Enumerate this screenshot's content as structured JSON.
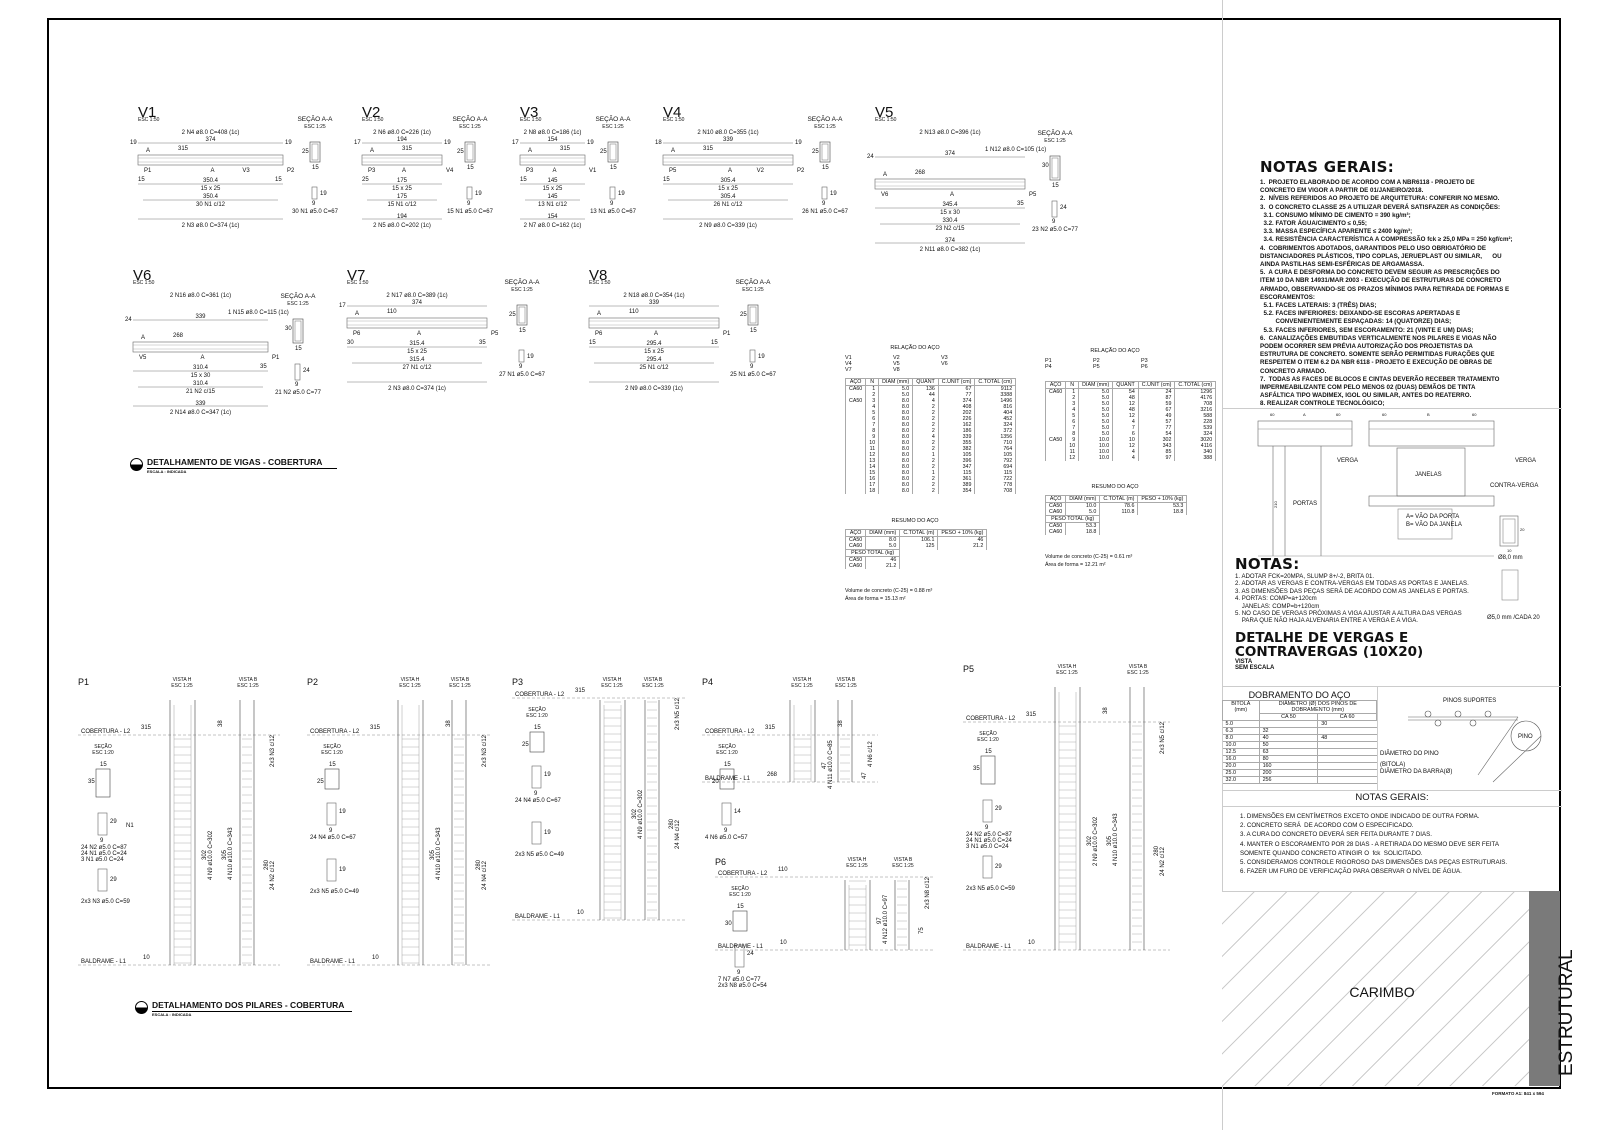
{
  "beams_section_title": "DETALHAMENTO DE VIGAS - COBERTURA",
  "beams_section_scale": "ESCALA : INDICADA",
  "pillars_section_title": "DETALHAMENTO DOS PILARES - COBERTURA",
  "pillars_section_scale": "ESCALA : INDICADA",
  "beams": [
    {
      "name": "V1",
      "esc": "ESC 1:50",
      "top_bar": "2 N4 ø8.0 C=408 (1c)",
      "top_len": "374",
      "left": "19",
      "right": "19",
      "anc": "315",
      "sup_l": "P1",
      "cut": "A",
      "mid": "V3",
      "sup_r": "P2",
      "end_l": "15",
      "end_r": "15",
      "span": "350.4",
      "dims": "15 x 25",
      "span2": "350.4",
      "stirrups": "30 N1 c/12",
      "bot_len": "",
      "bot_bar": "2 N3 ø8.0 C=374 (1c)",
      "sec_title": "SEÇÃO A-A",
      "sec_esc": "ESC 1:25",
      "sec_h": "25",
      "sec_w": "15",
      "st_h": "19",
      "st_w": "9",
      "st_label": "30 N1 ø5.0 C=67",
      "extra": ""
    },
    {
      "name": "V2",
      "esc": "ESC 1:50",
      "top_bar": "2 N6 ø8.0 C=226 (1c)",
      "top_len": "194",
      "left": "17",
      "right": "19",
      "anc": "315",
      "sup_l": "P3",
      "cut": "A",
      "mid": "",
      "sup_r": "V4",
      "end_l": "25",
      "end_r": "",
      "span": "175",
      "dims": "15 x 25",
      "span2": "175",
      "stirrups": "15 N1 c/12",
      "bot_len": "194",
      "bot_bar": "2 N5 ø8.0 C=202 (1c)",
      "sec_title": "SEÇÃO A-A",
      "sec_esc": "ESC 1:25",
      "sec_h": "25",
      "sec_w": "15",
      "st_h": "19",
      "st_w": "9",
      "st_label": "15 N1 ø5.0 C=67",
      "extra": ""
    },
    {
      "name": "V3",
      "esc": "ESC 1:50",
      "top_bar": "2 N8 ø8.0 C=186 (1c)",
      "top_len": "154",
      "left": "17",
      "right": "19",
      "anc": "315",
      "sup_l": "P3",
      "cut": "A",
      "mid": "",
      "sup_r": "V1",
      "end_l": "15",
      "end_r": "",
      "span": "145",
      "dims": "15 x 25",
      "span2": "145",
      "stirrups": "13 N1 c/12",
      "bot_len": "154",
      "bot_bar": "2 N7 ø8.0 C=162 (1c)",
      "sec_title": "SEÇÃO A-A",
      "sec_esc": "ESC 1:25",
      "sec_h": "25",
      "sec_w": "15",
      "st_h": "19",
      "st_w": "9",
      "st_label": "13 N1 ø5.0 C=67",
      "extra": ""
    },
    {
      "name": "V4",
      "esc": "ESC 1:50",
      "top_bar": "2 N10 ø8.0 C=355 (1c)",
      "top_len": "339",
      "left": "18",
      "right": "19",
      "anc": "315",
      "sup_l": "P5",
      "cut": "A",
      "mid": "V2",
      "sup_r": "P2",
      "end_l": "15",
      "end_r": "",
      "span": "305.4",
      "dims": "15 x 25",
      "span2": "305.4",
      "stirrups": "26 N1 c/12",
      "bot_len": "",
      "bot_bar": "2 N9 ø8.0 C=339 (1c)",
      "sec_title": "SEÇÃO A-A",
      "sec_esc": "ESC 1:25",
      "sec_h": "25",
      "sec_w": "15",
      "st_h": "19",
      "st_w": "9",
      "st_label": "26 N1 ø5.0 C=67",
      "extra": ""
    },
    {
      "name": "V5",
      "esc": "ESC 1:50",
      "top_bar": "2 N13 ø8.0 C=396 (1c)",
      "top_len": "374",
      "left": "24",
      "right": "",
      "anc": "268",
      "sup_l": "V6",
      "cut": "A",
      "mid": "",
      "sup_r": "P5",
      "end_l": "",
      "end_r": "35",
      "span": "345.4",
      "dims": "15 x 30",
      "span2": "330.4",
      "stirrups": "23 N2 c/15",
      "bot_len": "374",
      "bot_bar": "2 N11 ø8.0 C=382 (1c)",
      "sec_title": "SEÇÃO A-A",
      "sec_esc": "ESC 1:25",
      "sec_h": "30",
      "sec_w": "15",
      "st_h": "24",
      "st_w": "9",
      "st_label": "23 N2 ø5.0 C=77",
      "extra": "1 N12 ø8.0 C=105 (1c)"
    },
    {
      "name": "V6",
      "esc": "ESC 1:50",
      "top_bar": "2 N16 ø8.0 C=361 (1c)",
      "top_len": "339",
      "left": "24",
      "right": "",
      "anc": "268",
      "sup_l": "V5",
      "cut": "A",
      "mid": "",
      "sup_r": "P1",
      "end_l": "",
      "end_r": "35",
      "span": "310.4",
      "dims": "15 x 30",
      "span2": "310.4",
      "stirrups": "21 N2 c/15",
      "bot_len": "339",
      "bot_bar": "2 N14 ø8.0 C=347 (1c)",
      "sec_title": "SEÇÃO A-A",
      "sec_esc": "ESC 1:25",
      "sec_h": "30",
      "sec_w": "15",
      "st_h": "24",
      "st_w": "9",
      "st_label": "21 N2 ø5.0 C=77",
      "extra": "1 N15 ø8.0 C=115 (1c)"
    },
    {
      "name": "V7",
      "esc": "ESC 1:50",
      "top_bar": "2 N17 ø8.0 C=389 (1c)",
      "top_len": "374",
      "left": "17",
      "right": "",
      "anc": "110",
      "sup_l": "P6",
      "cut": "A",
      "mid": "",
      "sup_r": "P5",
      "end_l": "30",
      "end_r": "35",
      "span": "315.4",
      "dims": "15 x 25",
      "span2": "315.4",
      "stirrups": "27 N1 c/12",
      "bot_len": "",
      "bot_bar": "2 N3 ø8.0 C=374 (1c)",
      "sec_title": "SEÇÃO A-A",
      "sec_esc": "ESC 1:25",
      "sec_h": "25",
      "sec_w": "15",
      "st_h": "19",
      "st_w": "9",
      "st_label": "27 N1 ø5.0 C=67",
      "extra": ""
    },
    {
      "name": "V8",
      "esc": "ESC 1:50",
      "top_bar": "2 N18 ø8.0 C=354 (1c)",
      "top_len": "339",
      "left": "",
      "right": "",
      "anc": "110",
      "sup_l": "P6",
      "cut": "A",
      "mid": "",
      "sup_r": "P1",
      "end_l": "15",
      "end_r": "15",
      "span": "295.4",
      "dims": "15 x 25",
      "span2": "295.4",
      "stirrups": "25 N1 c/12",
      "bot_len": "",
      "bot_bar": "2 N9 ø8.0 C=339 (1c)",
      "sec_title": "SEÇÃO A-A",
      "sec_esc": "ESC 1:25",
      "sec_h": "25",
      "sec_w": "15",
      "st_h": "19",
      "st_w": "9",
      "st_label": "25 N1 ø5.0 C=67",
      "extra": ""
    }
  ],
  "pillars": [
    {
      "name": "P1",
      "vh": "VISTA H",
      "vh_esc": "ESC 1:25",
      "vb": "VISTA B",
      "vb_esc": "ESC 1:25",
      "top_level": "COBERTURA - L2",
      "bot_level": "BALDRAME - L1",
      "anc": "315",
      "sec": "SEÇÃO",
      "sec_esc": "ESC 1:20",
      "sec_w": "15",
      "sec_h": "35",
      "bars1": "4 N9 ø10.0 C=302",
      "len1": "302",
      "bars2": "4 N10 ø10.0 C=343",
      "len2": "305",
      "top_st": "2x3 N3 c/12",
      "st": "24 N2 c/12",
      "st_len": "280",
      "lap": "38",
      "st_labels": [
        "24 N2 ø5.0 C=87",
        "24 N1 ø5.0 C=24",
        "3 N1 ø5.0 C=24"
      ],
      "hook": "2x3 N3 ø5.0 C=59",
      "small": "N1",
      "dim29": "29",
      "dim9": "9",
      "bot_dim": "10"
    },
    {
      "name": "P2",
      "vh": "VISTA H",
      "vh_esc": "ESC 1:25",
      "vb": "VISTA B",
      "vb_esc": "ESC 1:25",
      "top_level": "COBERTURA - L2",
      "bot_level": "BALDRAME - L1",
      "anc": "315",
      "sec": "SEÇÃO",
      "sec_esc": "ESC 1:20",
      "sec_w": "15",
      "sec_h": "25",
      "bars1": "4 N10 ø10.0 C=343",
      "len1": "305",
      "bars2": "",
      "len2": "",
      "top_st": "2x3 N3 c/12",
      "st": "24 N4 c/12",
      "st_len": "280",
      "lap": "38",
      "st_labels": [
        "24 N4 ø5.0 C=67"
      ],
      "hook": "2x3 N5 ø5.0 C=49",
      "small": "",
      "dim29": "19",
      "dim9": "9",
      "bot_dim": "10"
    },
    {
      "name": "P3",
      "vh": "VISTA H",
      "vh_esc": "ESC 1:25",
      "vb": "VISTA B",
      "vb_esc": "ESC 1:25",
      "top_level": "COBERTURA - L2",
      "bot_level": "BALDRAME - L1",
      "anc": "315",
      "sec": "SEÇÃO",
      "sec_esc": "ESC 1:20",
      "sec_w": "15",
      "sec_h": "25",
      "bars1": "4 N9 ø10.0 C=302",
      "len1": "302",
      "bars2": "",
      "len2": "",
      "top_st": "2x3 N5 c/12",
      "st": "24 N4 c/12",
      "st_len": "280",
      "lap": "",
      "st_labels": [
        "24 N4 ø5.0 C=67"
      ],
      "hook": "2x3 N5 ø5.0 C=49",
      "small": "",
      "dim29": "19",
      "dim9": "9",
      "bot_dim": "10"
    },
    {
      "name": "P4",
      "vh": "VISTA H",
      "vh_esc": "ESC 1:25",
      "vb": "VISTA B",
      "vb_esc": "ESC 1:25",
      "top_level": "COBERTURA - L2",
      "bot_level": "BALDRAME - L1",
      "anc": "315",
      "sec": "SEÇÃO",
      "sec_esc": "ESC 1:20",
      "sec_w": "15",
      "sec_h": "20",
      "bars1": "4 N11 ø10.0 C=85",
      "len1": "47",
      "bars2": "",
      "len2": "",
      "top_st": "4 N6 c/12",
      "st": "",
      "st_len": "47",
      "lap": "38",
      "st_labels": [
        "4 N6 ø5.0 C=57"
      ],
      "hook": "",
      "small": "",
      "dim29": "14",
      "dim9": "9",
      "bot_dim": "268"
    },
    {
      "name": "P5",
      "vh": "VISTA H",
      "vh_esc": "ESC 1:25",
      "vb": "VISTA B",
      "vb_esc": "ESC 1:25",
      "top_level": "COBERTURA - L2",
      "bot_level": "BALDRAME - L1",
      "anc": "315",
      "sec": "SEÇÃO",
      "sec_esc": "ESC 1:20",
      "sec_w": "15",
      "sec_h": "35",
      "bars1": "2 N9 ø10.0 C=302",
      "len1": "302",
      "bars2": "4 N10 ø10.0 C=343",
      "len2": "305",
      "top_st": "2x3 N5 c/12",
      "st": "24 N2 c/12",
      "st_len": "280",
      "lap": "38",
      "st_labels": [
        "24 N2 ø5.0 C=87",
        "24 N1 ø5.0 C=24",
        "3 N1 ø5.0 C=24"
      ],
      "hook": "2x3 N5 ø5.0 C=59",
      "small": "",
      "dim29": "29",
      "dim9": "9",
      "bot_dim": "10"
    },
    {
      "name": "P6",
      "vh": "VISTA H",
      "vh_esc": "ESC 1:25",
      "vb": "VISTA B",
      "vb_esc": "ESC 1:25",
      "top_level": "COBERTURA - L2",
      "bot_level": "BALDRAME - L1",
      "anc": "110",
      "sec": "SEÇÃO",
      "sec_esc": "ESC 1:20",
      "sec_w": "15",
      "sec_h": "30",
      "bars1": "4 N12 ø10.0 C=97",
      "len1": "97",
      "bars2": "",
      "len2": "",
      "top_st": "2x3 N8 c/12",
      "st": "",
      "st_len": "75",
      "lap": "",
      "st_labels": [
        "7 N7 ø5.0 C=77",
        "2x3 N8 ø5.0 C=54"
      ],
      "hook": "",
      "small": "",
      "dim29": "24",
      "dim9": "9",
      "bot_dim": "10"
    }
  ],
  "steel_beams": {
    "title": "RELAÇÃO DO AÇO",
    "groups": [
      "V1",
      "V2",
      "V3",
      "V4",
      "V5",
      "V6",
      "V7",
      "V8"
    ],
    "headers": [
      "AÇO",
      "N",
      "DIAM (mm)",
      "QUANT",
      "C.UNIT (cm)",
      "C.TOTAL (cm)"
    ],
    "rows": [
      [
        "CA60",
        "1",
        "5.0",
        "136",
        "67",
        "9112"
      ],
      [
        "",
        "2",
        "5.0",
        "44",
        "77",
        "3388"
      ],
      [
        "CA50",
        "3",
        "8.0",
        "4",
        "374",
        "1496"
      ],
      [
        "",
        "4",
        "8.0",
        "2",
        "408",
        "816"
      ],
      [
        "",
        "5",
        "8.0",
        "2",
        "202",
        "404"
      ],
      [
        "",
        "6",
        "8.0",
        "2",
        "226",
        "452"
      ],
      [
        "",
        "7",
        "8.0",
        "2",
        "162",
        "324"
      ],
      [
        "",
        "8",
        "8.0",
        "2",
        "186",
        "372"
      ],
      [
        "",
        "9",
        "8.0",
        "4",
        "339",
        "1356"
      ],
      [
        "",
        "10",
        "8.0",
        "2",
        "355",
        "710"
      ],
      [
        "",
        "11",
        "8.0",
        "2",
        "382",
        "764"
      ],
      [
        "",
        "12",
        "8.0",
        "1",
        "105",
        "105"
      ],
      [
        "",
        "13",
        "8.0",
        "2",
        "396",
        "792"
      ],
      [
        "",
        "14",
        "8.0",
        "2",
        "347",
        "694"
      ],
      [
        "",
        "15",
        "8.0",
        "1",
        "115",
        "115"
      ],
      [
        "",
        "16",
        "8.0",
        "2",
        "361",
        "722"
      ],
      [
        "",
        "17",
        "8.0",
        "2",
        "389",
        "778"
      ],
      [
        "",
        "18",
        "8.0",
        "2",
        "354",
        "708"
      ]
    ],
    "summary_title": "RESUMO DO AÇO",
    "summary_headers": [
      "AÇO",
      "DIAM (mm)",
      "C.TOTAL (m)",
      "PESO + 10% (kg)"
    ],
    "summary_rows": [
      [
        "CA50",
        "8.0",
        "106.1",
        "46"
      ],
      [
        "CA60",
        "5.0",
        "125",
        "21.2"
      ]
    ],
    "total_label": "PESO TOTAL (kg)",
    "total_rows": [
      [
        "CA50",
        "46"
      ],
      [
        "CA60",
        "21.2"
      ]
    ],
    "volume": "Volume de concreto (C-25) = 0.88 m³",
    "area": "Área de forma = 15.13 m²"
  },
  "steel_pillars": {
    "title": "RELAÇÃO DO AÇO",
    "groups": [
      "P1",
      "P2",
      "P3",
      "P4",
      "P5",
      "P6"
    ],
    "headers": [
      "AÇO",
      "N",
      "DIAM (mm)",
      "QUANT",
      "C.UNIT (cm)",
      "C.TOTAL (cm)"
    ],
    "rows": [
      [
        "CA60",
        "1",
        "5.0",
        "54",
        "24",
        "1296"
      ],
      [
        "",
        "2",
        "5.0",
        "48",
        "87",
        "4176"
      ],
      [
        "",
        "3",
        "5.0",
        "12",
        "59",
        "708"
      ],
      [
        "",
        "4",
        "5.0",
        "48",
        "67",
        "3216"
      ],
      [
        "",
        "5",
        "5.0",
        "12",
        "49",
        "588"
      ],
      [
        "",
        "6",
        "5.0",
        "4",
        "57",
        "228"
      ],
      [
        "",
        "7",
        "5.0",
        "7",
        "77",
        "539"
      ],
      [
        "",
        "8",
        "5.0",
        "6",
        "54",
        "324"
      ],
      [
        "CA50",
        "9",
        "10.0",
        "10",
        "302",
        "3020"
      ],
      [
        "",
        "10",
        "10.0",
        "12",
        "343",
        "4116"
      ],
      [
        "",
        "11",
        "10.0",
        "4",
        "85",
        "340"
      ],
      [
        "",
        "12",
        "10.0",
        "4",
        "97",
        "388"
      ]
    ],
    "summary_title": "RESUMO DO AÇO",
    "summary_headers": [
      "AÇO",
      "DIAM (mm)",
      "C.TOTAL (m)",
      "PESO + 10% (kg)"
    ],
    "summary_rows": [
      [
        "CA50",
        "10.0",
        "78.6",
        "53.3"
      ],
      [
        "CA60",
        "5.0",
        "110.8",
        "18.8"
      ]
    ],
    "total_label": "PESO TOTAL (kg)",
    "total_rows": [
      [
        "CA50",
        "53.3"
      ],
      [
        "CA60",
        "18.8"
      ]
    ],
    "volume": "Volume de concreto (C-25) = 0.61 m³",
    "area": "Área de forma = 12.21 m²"
  },
  "general_notes": {
    "title": "NOTAS GERAIS:",
    "lines": [
      "1.  PROJETO ELABORADO DE ACORDO COM A NBR6118 - PROJETO DE",
      "CONCRETO EM VIGOR A PARTIR DE 01/JANEIRO/2018.",
      "2.  NÍVEIS REFERIDOS AO PROJETO DE ARQUITETURA: CONFERIR NO MESMO.",
      "3.  O CONCRETO CLASSE 25 A UTILIZAR DEVERÁ SATISFAZER AS CONDIÇÕES:",
      "  3.1. CONSUMO MÍNIMO DE CIMENTO = 390 kg/m³;",
      "  3.2. FATOR ÁGUA/CIMENTO ≤ 0,55;",
      "  3.3. MASSA ESPECÍFICA APARENTE ≤ 2400 kg/m³;",
      "  3.4. RESISTÊNCIA CARACTERÍSTICA A COMPRESSÃO fck ≥ 25,0 MPa = 250 kgf/cm²;",
      "4.  COBRIMENTOS ADOTADOS, GARANTIDOS PELO USO OBRIGATÓRIO DE",
      "DISTANCIADORES PLÁSTICOS, TIPO COPLAS, JERUEPLAST OU SIMILAR,      OU",
      "AINDA PASTILHAS SEMI-ESFÉRICAS DE ARGAMASSA.",
      "5.  A CURA E DESFORMA DO CONCRETO DEVEM SEGUIR AS PRESCRIÇÕES DO",
      "ITEM 10 DA NBR 14931/MAR 2003 - EXECUÇÃO DE ESTRUTURAS DE CONCRETO",
      "ARMADO, OBSERVANDO-SE OS PRAZOS MÍNIMOS PARA RETIRADA DE FORMAS E",
      "ESCORAMENTOS:",
      "  5.1. FACES LATERAIS: 3 (TRÊS) DIAS;",
      "  5.2. FACES INFERIORES: DEIXANDO-SE ESCORAS APERTADAS E",
      "         CONVENIENTEMENTE ESPAÇADAS: 14 (QUATORZE) DIAS;",
      "  5.3. FACES INFERIORES, SEM ESCORAMENTO: 21 (VINTE E UM) DIAS;",
      "6.  CANALIZAÇÕES EMBUTIDAS VERTICALMENTE NOS PILARES E VIGAS NÃO",
      "PODEM OCORRER SEM PRÉVIA AUTORIZAÇÃO DOS PROJETISTAS DA",
      "ESTRUTURA DE CONCRETO. SOMENTE SERÃO PERMITIDAS FURAÇÕES QUE",
      "RESPEITEM O ITEM 6.2 DA NBR 6118 - PROJETO E EXECUÇÃO DE OBRAS DE",
      "CONCRETO ARMADO.",
      "7.  TODAS AS FACES DE BLOCOS E CINTAS DEVERÃO RECEBER TRATAMENTO",
      "IMPERMEABILIZANTE COM PELO MENOS 02 (DUAS) DEMÃOS DE TINTA",
      "ASFÁLTICA TIPO WADIMEX, IGOL OU SIMILAR, ANTES DO REATERRO.",
      "8. REALIZAR CONTROLE TECNOLÓGICO;"
    ]
  },
  "verga_detail": {
    "verga": "VERGA",
    "verga2": "VERGA",
    "portas": "PORTAS",
    "janelas": "JANELAS",
    "contra": "CONTRA-VERGA",
    "legend_a": "A= VÃO DA PORTA",
    "legend_b": "B= VÃO DA JANELA",
    "top_dims": [
      "60",
      "A",
      "60",
      "60",
      "B",
      "60"
    ],
    "height": "210",
    "bar8": "Ø8,0 mm",
    "bar5": "Ø5,0 mm /CADA 20",
    "sec_w": "10",
    "sec_h": "20"
  },
  "verga_notes": {
    "title": "NOTAS:",
    "lines": [
      "1. ADOTAR FCK=20MPA, SLUMP 8+/-2, BRITA 01.",
      "2. ADOTAR AS VERGAS E CONTRA-VERGAS EM TODAS AS PORTAS E JANELAS.",
      "3. AS DIMENSÕES DAS PEÇAS SERÁ DE ACORDO COM AS JANELAS E PORTAS.",
      "4. PORTAS: COMP=a+120cm",
      "    JANELAS: COMP=b+120cm",
      "5. NO CASO DE VERGAS PRÓXIMAS A VIGA AJUSTAR A ALTURA DAS VERGAS",
      "    PARA QUE NÃO HAJA ALVENARIA ENTRE A VERGA E A VIGA."
    ],
    "detail_title": "DETALHE DE VERGAS E CONTRAVERGAS (10X20)",
    "detail_sub1": "VISTA",
    "detail_sub2": "SEM ESCALA"
  },
  "bending": {
    "title": "DOBRAMENTO DO AÇO",
    "col1": "BITOLA (mm)",
    "col2": "DIÂMETRO (Ø) DOS PINOS DE DOBRAMENTO (mm)",
    "ca50": "CA 50",
    "ca60": "CA 60",
    "rows": [
      [
        "5.0",
        "",
        "30"
      ],
      [
        "6.3",
        "32",
        ""
      ],
      [
        "8.0",
        "40",
        "48"
      ],
      [
        "10.0",
        "50",
        ""
      ],
      [
        "12.5",
        "63",
        ""
      ],
      [
        "16.0",
        "80",
        ""
      ],
      [
        "20.0",
        "160",
        ""
      ],
      [
        "25.0",
        "200",
        ""
      ],
      [
        "32.0",
        "256",
        ""
      ]
    ],
    "pinos": "PINOS SUPORTES",
    "pino": "PINO",
    "diam_pino": "DIÂMETRO DO PINO",
    "bitola": "(BITOLA)",
    "diam_barra": "DIÂMETRO DA BARRA(Ø)"
  },
  "notes2": {
    "title": "NOTAS GERAIS:",
    "lines": [
      "1. DIMENSÕES EM CENTÍMETROS EXCETO ONDE INDICADO DE OUTRA FORMA.",
      "2. CONCRETO SERÁ  DE ACORDO COM O ESPECIFICADO.",
      "3. A CURA DO CONCRETO DEVERÁ SER FEITA DURANTE 7 DIAS.",
      "4. MANTER O ESCORAMENTO POR 28 DIAS - A RETIRADA DO MESMO DEVE SER FEITA",
      "SOMENTE QUANDO CONCRETO ATINGIR O  fck  SOLICITADO.",
      "5. CONSIDERAMOS CONTROLE RIGOROSO DAS DIMENSÕES DAS PEÇAS ESTRUTURAIS.",
      "6. FAZER UM FURO DE VERIFICAÇÃO PARA OBSERVAR O NÍVEL DE ÁGUA."
    ]
  },
  "stamp": {
    "label": "CARIMBO",
    "discipline": "ESTRUTURAL",
    "format": "FORMATO A1: 841 x 594"
  }
}
